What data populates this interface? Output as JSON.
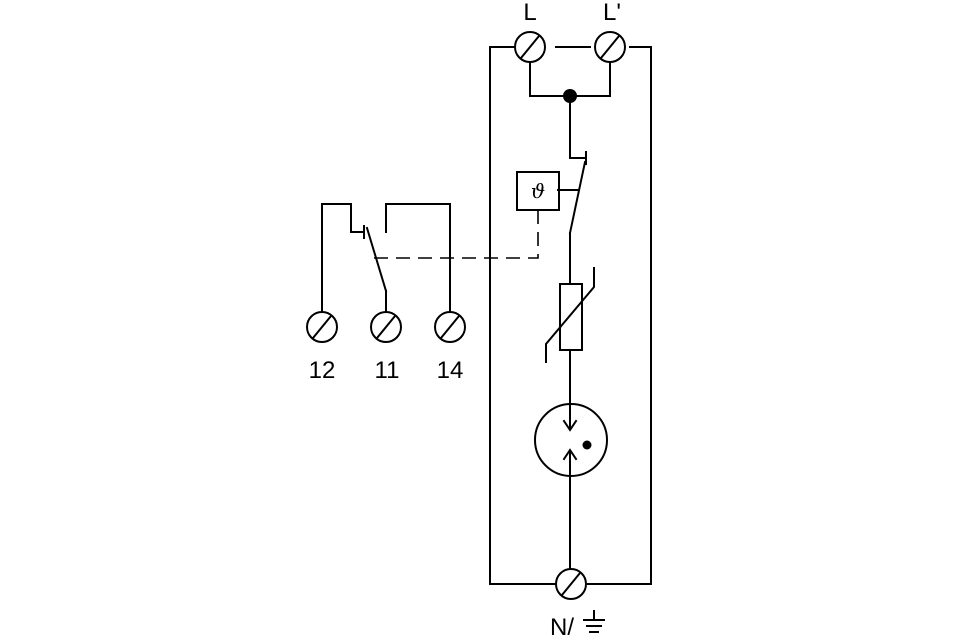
{
  "diagram": {
    "terminals": {
      "l": "L",
      "l_prime": "L'",
      "t12": "12",
      "t11": "11",
      "t14": "14",
      "n_pe": "N/"
    },
    "thermal_symbol": "ϑ"
  },
  "colors": {
    "ink": "#000000",
    "background": "#ffffff"
  }
}
